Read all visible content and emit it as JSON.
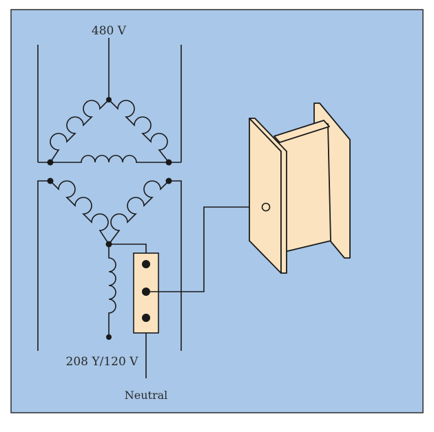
{
  "diagram": {
    "labels": {
      "primary_voltage": "480 V",
      "secondary_voltage": "208 Y/120 V",
      "neutral": "Neutral"
    },
    "colors": {
      "background": "#a9c7e8",
      "frame": "#2b2b2b",
      "steel_fill": "#fbe3bf",
      "terminal_fill": "#fbe3bf",
      "wire": "#1a1a1a"
    },
    "components": [
      "primary-delta-winding",
      "secondary-wye-winding",
      "neutral-terminal-block",
      "grounding-conductor",
      "structural-steel-i-beam"
    ]
  }
}
